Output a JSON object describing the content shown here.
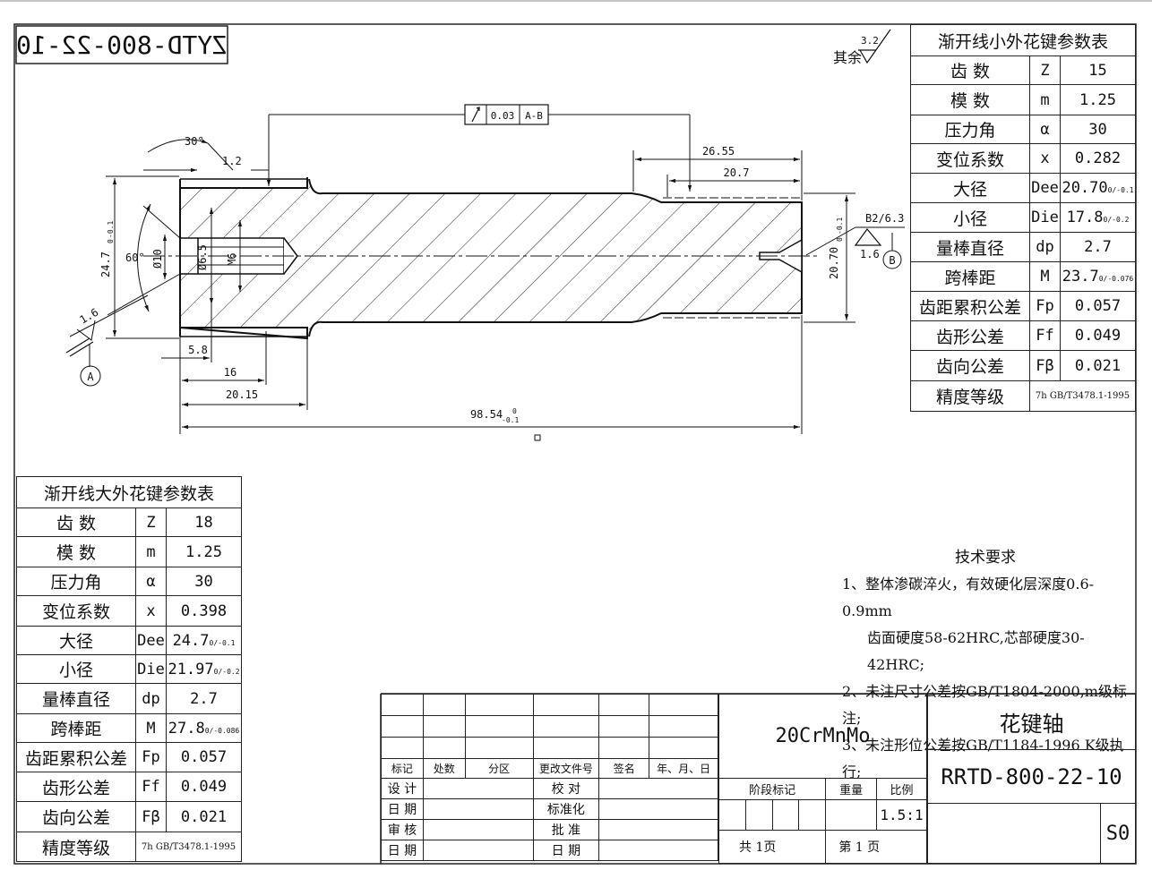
{
  "drawing_code_mirrored": "ZYTD-800-22-10",
  "roughness_default": {
    "prefix": "其余",
    "value": "3.2"
  },
  "dimensions": {
    "runout_tolerance": "0.03",
    "runout_datum": "A-B",
    "chamfer_angle": "30°",
    "chamfer": "1.2",
    "len_26_55": "26.55",
    "len_20_7": "20.7",
    "dia_24_7": "24.7",
    "dia_24_7_tol": "0/-0.1",
    "angle_60": "60°",
    "dia_10": "Ø10",
    "dia_6_5": "Ø6.5",
    "thread_m6": "M6",
    "len_5_8": "5.8",
    "len_16": "16",
    "len_20_15": "20.15",
    "overall_len": "98.54",
    "overall_tol": "0/-0.1",
    "dia_20_7": "20.70",
    "dia_20_7_tol": "0/-0.1",
    "center_hole": "B2/6.3",
    "rough_1_6_right": "1.6",
    "rough_1_6_left": "1.6",
    "datum_a": "A",
    "datum_b": "B"
  },
  "small_spline_table": {
    "title": "渐开线小外花键参数表",
    "rows": [
      {
        "name": "齿  数",
        "sym": "Z",
        "val": "15"
      },
      {
        "name": "模  数",
        "sym": "m",
        "val": "1.25"
      },
      {
        "name": "压力角",
        "sym": "α",
        "val": "30"
      },
      {
        "name": "变位系数",
        "sym": "x",
        "val": "0.282"
      },
      {
        "name": "大径",
        "sym": "Dee",
        "val": "20.70",
        "tol": "0/-0.1"
      },
      {
        "name": "小径",
        "sym": "Die",
        "val": "17.8",
        "tol": "0/-0.2"
      },
      {
        "name": "量棒直径",
        "sym": "dp",
        "val": "2.7"
      },
      {
        "name": "跨棒距",
        "sym": "M",
        "val": "23.7",
        "tol": "0/-0.076"
      },
      {
        "name": "齿距累积公差",
        "sym": "Fp",
        "val": "0.057"
      },
      {
        "name": "齿形公差",
        "sym": "Ff",
        "val": "0.049"
      },
      {
        "name": "齿向公差",
        "sym": "Fβ",
        "val": "0.021"
      }
    ],
    "grade_label": "精度等级",
    "grade_value": "7h GB/T3478.1-1995"
  },
  "large_spline_table": {
    "title": "渐开线大外花键参数表",
    "rows": [
      {
        "name": "齿  数",
        "sym": "Z",
        "val": "18"
      },
      {
        "name": "模  数",
        "sym": "m",
        "val": "1.25"
      },
      {
        "name": "压力角",
        "sym": "α",
        "val": "30"
      },
      {
        "name": "变位系数",
        "sym": "x",
        "val": "0.398"
      },
      {
        "name": "大径",
        "sym": "Dee",
        "val": "24.7",
        "tol": "0/-0.1"
      },
      {
        "name": "小径",
        "sym": "Die",
        "val": "21.97",
        "tol": "0/-0.2"
      },
      {
        "name": "量棒直径",
        "sym": "dp",
        "val": "2.7"
      },
      {
        "name": "跨棒距",
        "sym": "M",
        "val": "27.8",
        "tol": "0/-0.086"
      },
      {
        "name": "齿距累积公差",
        "sym": "Fp",
        "val": "0.057"
      },
      {
        "name": "齿形公差",
        "sym": "Ff",
        "val": "0.049"
      },
      {
        "name": "齿向公差",
        "sym": "Fβ",
        "val": "0.021"
      }
    ],
    "grade_label": "精度等级",
    "grade_value": "7h GB/T3478.1-1995"
  },
  "tech_notes": {
    "title": "技术要求",
    "lines": [
      "1、整体渗碳淬火，有效硬化层深度0.6-0.9mm",
      "齿面硬度58-62HRC,芯部硬度30-42HRC;",
      "2、未注尺寸公差按GB/T1804-2000,m级标注;",
      "3、未注形位公差按GB/T1184-1996 K级执行;"
    ]
  },
  "title_block": {
    "revision_headers": [
      "标记",
      "处数",
      "分区",
      "更改文件号",
      "签名",
      "年、月、日"
    ],
    "design": "设 计",
    "check": "校 对",
    "date1": "日 期",
    "standard": "标准化",
    "review": "审 核",
    "approve": "批 准",
    "date2": "日 期",
    "date3": "日 期",
    "material": "20CrMnMo",
    "stage_label": "阶段标记",
    "weight_label": "重量",
    "scale_label": "比例",
    "scale_value": "1.5:1",
    "total_pages": "共 1页",
    "page_no": "第 1 页",
    "part_name": "花键轴",
    "drawing_no": "RRTD-800-22-10",
    "sheet_code": "S0"
  }
}
